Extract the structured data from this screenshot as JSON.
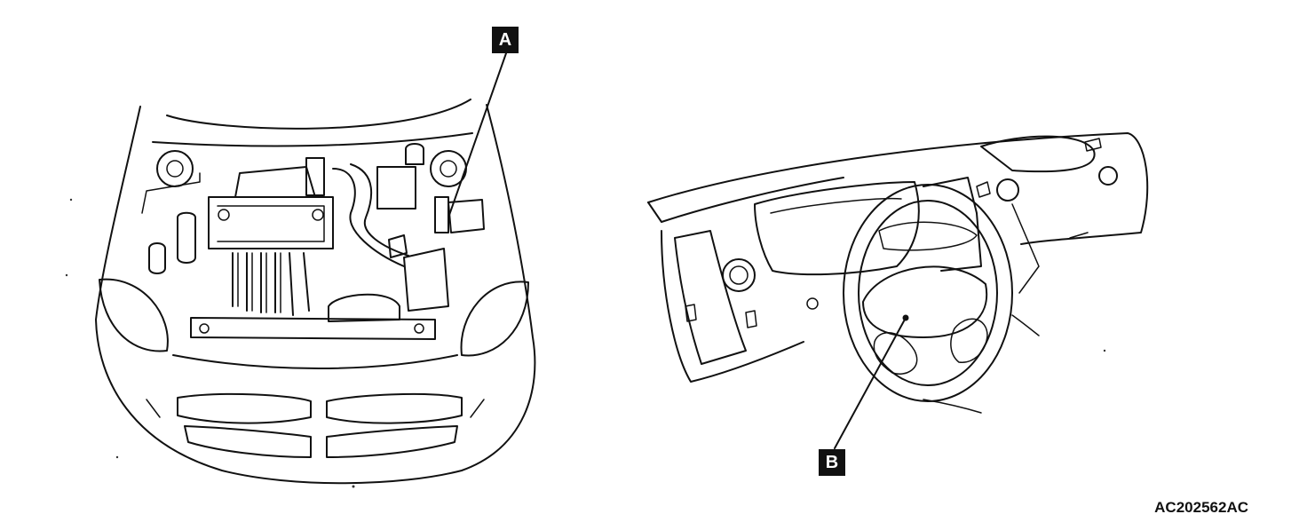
{
  "callouts": {
    "a": "A",
    "b": "B"
  },
  "figure_id": "AC202562AC"
}
